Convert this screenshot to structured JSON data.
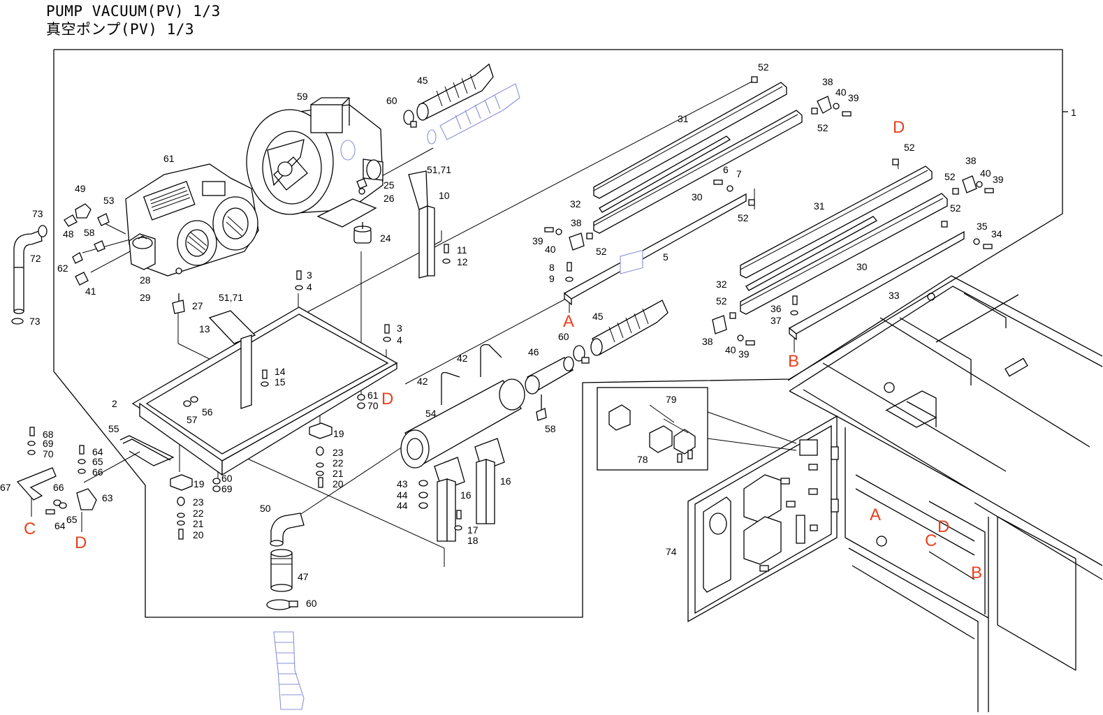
{
  "titles": [
    "PUMP VACUUM(PV) 1/3",
    "真空ポンプ(PV) 1/3"
  ],
  "callouts": {
    "c1": "1",
    "c2": "2",
    "c3": "3",
    "c4": "4",
    "c5": "5",
    "c6": "6",
    "c7": "7",
    "c8": "8",
    "c9": "9",
    "c10": "10",
    "c11": "11",
    "c12": "12",
    "c13": "13",
    "c14": "14",
    "c15": "15",
    "c16": "16",
    "c17": "17",
    "c18": "18",
    "c19": "19",
    "c20": "20",
    "c21": "21",
    "c22": "22",
    "c23": "23",
    "c24": "24",
    "c25": "25",
    "c26": "26",
    "c27": "27",
    "c28": "28",
    "c29": "29",
    "c30": "30",
    "c31": "31",
    "c32": "32",
    "c33": "33",
    "c34": "34",
    "c35": "35",
    "c36": "36",
    "c37": "37",
    "c38": "38",
    "c39": "39",
    "c40": "40",
    "c41": "41",
    "c42": "42",
    "c43": "43",
    "c44": "44",
    "c45": "45",
    "c46": "46",
    "c47": "47",
    "c48": "48",
    "c49": "49",
    "c50": "50",
    "c53": "53",
    "c54": "54",
    "c55": "55",
    "c56": "56",
    "c57": "57",
    "c58": "58",
    "c59": "59",
    "c60": "60",
    "c61": "61",
    "c62": "62",
    "c63": "63",
    "c64": "64",
    "c65": "65",
    "c66": "66",
    "c67": "67",
    "c68": "68",
    "c69": "69",
    "c70": "70",
    "c72": "72",
    "c73": "73",
    "c74": "74",
    "c78": "78",
    "c79": "79",
    "c52": "52",
    "c51_71": "51,71",
    "c61_70": "61",
    "c70b": "70",
    "c60_69": "60",
    "c69b": "69"
  },
  "refs": {
    "A": "A",
    "B": "B",
    "C": "C",
    "D": "D"
  },
  "colors": {
    "line": "#000000",
    "ref_label": "#e8401c",
    "ghost_part": "#8a8fd8"
  }
}
